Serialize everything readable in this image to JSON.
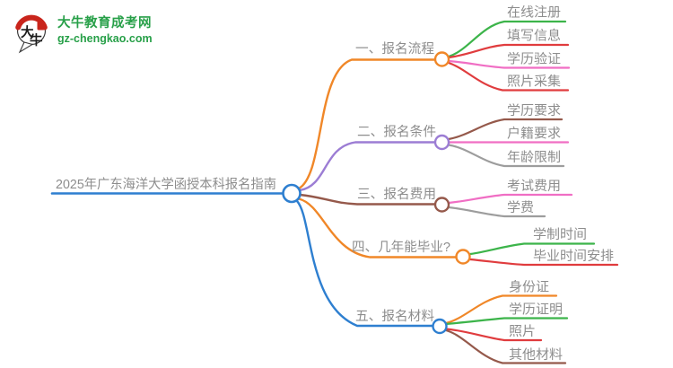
{
  "logo": {
    "title": "大牛教育成考网",
    "domain": "gz-chengkao.com",
    "icon_char_1": "大",
    "icon_char_2": "牛",
    "brand_green": "#28a049",
    "brand_red": "#c9251c"
  },
  "root": {
    "label": "2025年广东海洋大学函授本科报名指南",
    "color": "#2e7fd0"
  },
  "branches": [
    {
      "label": "一、报名流程",
      "color": "#f08728",
      "children": [
        {
          "label": "在线注册",
          "color": "#3cb44a"
        },
        {
          "label": "填写信息",
          "color": "#e03c3e"
        },
        {
          "label": "学历验证",
          "color": "#f06ec4"
        },
        {
          "label": "照片采集",
          "color": "#e03c3e"
        }
      ]
    },
    {
      "label": "二、报名条件",
      "color": "#9c7dd4",
      "children": [
        {
          "label": "学历要求",
          "color": "#95594b"
        },
        {
          "label": "户籍要求",
          "color": "#f06ec4"
        },
        {
          "label": "年龄限制",
          "color": "#9d9d9d"
        }
      ]
    },
    {
      "label": "三、报名费用",
      "color": "#95594b",
      "children": [
        {
          "label": "考试费用",
          "color": "#f06ec4"
        },
        {
          "label": "学费",
          "color": "#9d9d9d"
        }
      ]
    },
    {
      "label": "四、几年能毕业?",
      "color": "#f08728",
      "children": [
        {
          "label": "学制时间",
          "color": "#3cb44a"
        },
        {
          "label": "毕业时间安排",
          "color": "#e03c3e"
        }
      ]
    },
    {
      "label": "五、报名材料",
      "color": "#2e7fd0",
      "children": [
        {
          "label": "身份证",
          "color": "#f08728"
        },
        {
          "label": "学历证明",
          "color": "#3cb44a"
        },
        {
          "label": "照片",
          "color": "#e03c3e"
        },
        {
          "label": "其他材料",
          "color": "#95594b"
        }
      ]
    }
  ]
}
